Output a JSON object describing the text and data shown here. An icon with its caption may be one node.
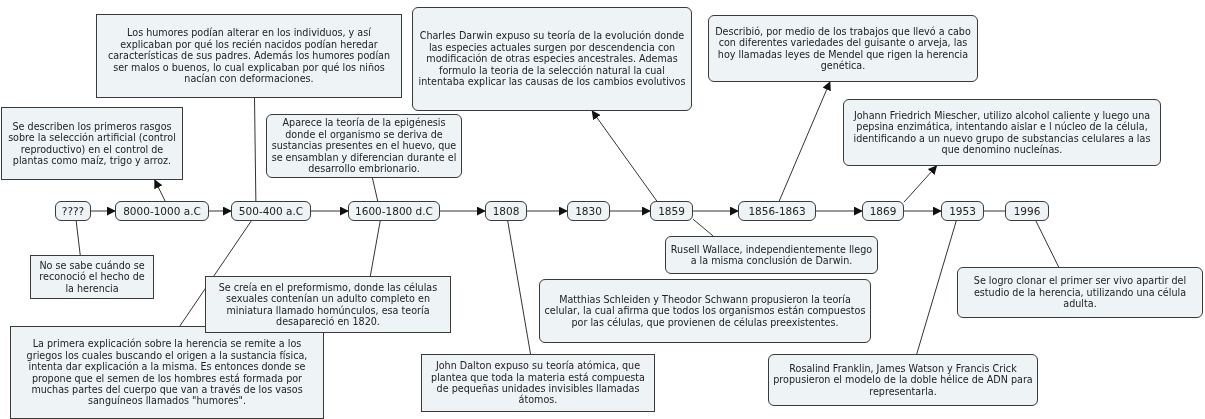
{
  "diagram": {
    "nodes": [
      {
        "text": [
          "????"
        ]
      },
      {
        "text": [
          "8000-1000 a.C"
        ]
      },
      {
        "text": [
          "500-400 a.C"
        ]
      },
      {
        "text": [
          "1600-1800 d.C"
        ]
      },
      {
        "text": [
          "1808"
        ]
      },
      {
        "text": [
          "1830"
        ]
      },
      {
        "text": [
          "1859"
        ]
      },
      {
        "text": [
          "1856-1863"
        ]
      },
      {
        "text": [
          "1869"
        ]
      },
      {
        "text": [
          "1953"
        ]
      },
      {
        "text": [
          "1996"
        ]
      },
      {
        "text": [
          "Se describen los primeros rasgos sobre la selección artificial (control reproductivo) en el control de plantas como maíz, trigo y arroz."
        ]
      },
      {
        "text": [
          "Los humores podían alterar en los individuos, y así explicaban por qué los recién nacidos podían heredar características de sus padres. Además los humores podían ser malos o buenos, lo cual explicaban por qué los niños nacían con deformaciones."
        ]
      },
      {
        "text": [
          "No se sabe cuándo se reconoció el hecho de la herencia"
        ]
      },
      {
        "text": [
          "La primera explicación sobre la herencia se remite a los griegos los cuales buscando el origen a la sustancia física, intenta dar explicación a la misma. Es entonces donde se propone que el semen de los hombres está formada por muchas partes del cuerpo que van a través de los vasos sanguíneos llamados \"humores\"."
        ]
      },
      {
        "text": [
          "Aparece la teoría de la epigénesis donde el organismo se deriva de sustancias presentes en el huevo, que se ensamblan y diferencian durante el desarrollo embrionario."
        ]
      },
      {
        "text": [
          "Se creía en el preformismo, donde las células sexuales contenían un adulto completo en miniatura llamado homúnculos, esa teoría desapareció en 1820."
        ]
      },
      {
        "text": [
          "John Dalton expuso su teoría atómica, que plantea que toda la materia está compuesta de pequeñas unidades invisibles llamadas átomos."
        ]
      },
      {
        "text": [
          "Charles Darwin expuso su teoría de la evolución donde las especies actuales surgen por descendencia con modificación de otras especies ancestrales. Ademas formulo la teoria de la selección natural la cual intentaba explicar las causas de los cambios evolutivos"
        ]
      },
      {
        "text": [
          "Matthias Schleiden y Theodor Schwann propusieron la teoría celular, la cual afirma que todos los organismos están compuestos por las células, que provienen de células preexistentes."
        ]
      },
      {
        "text": [
          "Rusell Wallace, independientemente llego a la misma conclusión de Darwin."
        ]
      },
      {
        "text": [
          "Describió, por medio de los trabajos que llevó a cabo con diferentes variedades del guisante o arveja, las hoy llamadas leyes de Mendel que rigen la herencia genética."
        ]
      },
      {
        "text": [
          "Johann Friedrich Miescher, utilizo alcohol caliente y luego una pepsina enzimática, intentando aislar e l núcleo de la célula, identificando a un nuevo grupo de substancias celulares a las que denomino nucleínas."
        ]
      },
      {
        "text": [
          "Rosalind Franklin, James Watson y Francis Crick propusieron el modelo de la doble hélice de ADN para representarla."
        ]
      },
      {
        "text": [
          "Se logro clonar el primer ser vivo apartir del estudio de la herencia, utilizando una célula adulta."
        ]
      }
    ],
    "edges": [
      {
        "from": 0,
        "to": 1,
        "arrow": "to"
      },
      {
        "from": 1,
        "to": 2,
        "arrow": "to"
      },
      {
        "from": 2,
        "to": 3,
        "arrow": "to"
      },
      {
        "from": 3,
        "to": 4,
        "arrow": "to"
      },
      {
        "from": 4,
        "to": 5,
        "arrow": "to"
      },
      {
        "from": 5,
        "to": 6,
        "arrow": "to"
      },
      {
        "from": 6,
        "to": 7,
        "arrow": "to"
      },
      {
        "from": 7,
        "to": 8,
        "arrow": "to"
      },
      {
        "from": 8,
        "to": 9,
        "arrow": "to"
      },
      {
        "from": 9,
        "to": 10,
        "arrow": "none"
      },
      {
        "from": 1,
        "to": 11,
        "arrow": "to"
      },
      {
        "from": 2,
        "to": 12,
        "arrow": "none"
      },
      {
        "from": 0,
        "to": 13,
        "arrow": "none"
      },
      {
        "from": 2,
        "to": 14,
        "arrow": "none"
      },
      {
        "from": 3,
        "to": 15,
        "arrow": "none"
      },
      {
        "from": 3,
        "to": 16,
        "arrow": "none"
      },
      {
        "from": 4,
        "to": 17,
        "arrow": "none"
      },
      {
        "from": 6,
        "to": 18,
        "arrow": "to"
      },
      {
        "from": 6,
        "to": 20,
        "arrow": "none"
      },
      {
        "from": 7,
        "to": 21,
        "arrow": "to"
      },
      {
        "from": 8,
        "to": 22,
        "arrow": "to"
      },
      {
        "from": 9,
        "to": 23,
        "arrow": "none"
      },
      {
        "from": 10,
        "to": 24,
        "arrow": "none"
      }
    ]
  }
}
